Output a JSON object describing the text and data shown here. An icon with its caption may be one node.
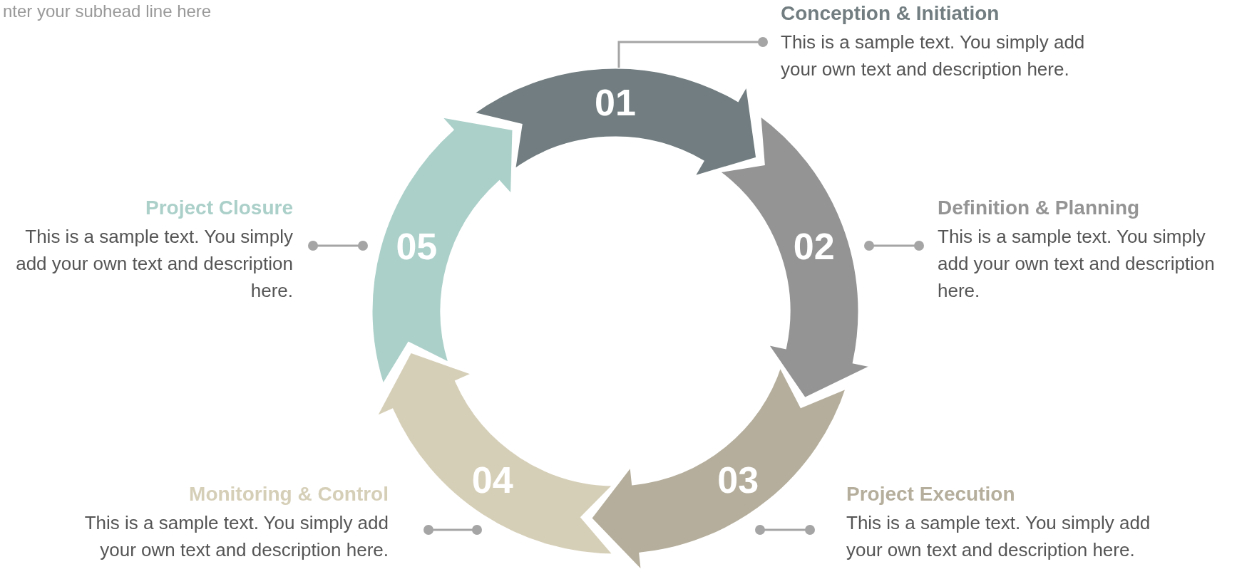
{
  "diagram": {
    "nodes": [
      {
        "text": [
          "01"
        ]
      },
      {
        "text": [
          "02"
        ]
      },
      {
        "text": [
          "03"
        ]
      },
      {
        "text": [
          "04"
        ]
      },
      {
        "text": [
          "05"
        ]
      },
      {
        "text": [
          "Conception & Initiation",
          "This is a sample text. You simply add your own text and description here."
        ]
      },
      {
        "text": [
          "Definition & Planning",
          "This is a sample text. You simply add your own text and description here."
        ]
      },
      {
        "text": [
          "Project Execution",
          "This is a sample text. You simply add your own text and description here."
        ]
      },
      {
        "text": [
          "Monitoring & Control",
          "This is a sample text. You simply add your own text and description here."
        ]
      },
      {
        "text": [
          "Project Closure",
          "This is a sample text. You simply add your own text and description here."
        ]
      }
    ],
    "edges": [
      {
        "from": 5,
        "to": 0,
        "arrow": "other"
      },
      {
        "from": 6,
        "to": 1,
        "arrow": "other"
      },
      {
        "from": 7,
        "to": 2,
        "arrow": "other"
      },
      {
        "from": 8,
        "to": 3,
        "arrow": "other"
      },
      {
        "from": 9,
        "to": 4,
        "arrow": "other"
      }
    ],
    "labels": [
      "nter your subhead line here"
    ]
  }
}
